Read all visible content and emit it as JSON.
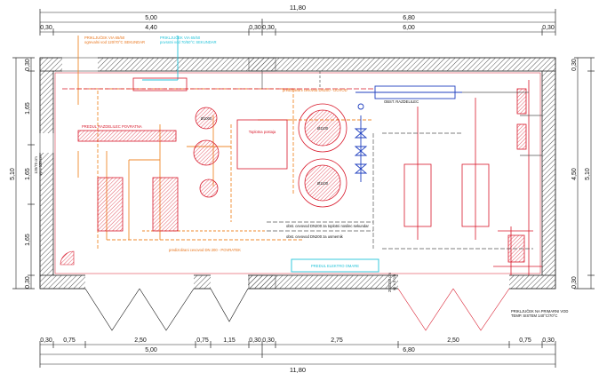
{
  "dimensions": {
    "top_total": "11,80",
    "top_left": "5,00",
    "top_right": "6,80",
    "top_row": [
      "0,30",
      "4,40",
      "0,30",
      "0,30",
      "6,00",
      "0,30"
    ],
    "bottom_row": [
      "0,30",
      "0,75",
      "2,50",
      "0,75",
      "1,15",
      "0,30",
      "0,30",
      "2,75",
      "2,50",
      "0,75",
      "0,30"
    ],
    "bottom_mid_left": "5,00",
    "bottom_mid_right": "6,80",
    "bottom_total": "11,80",
    "left_outer": "5,10",
    "left_segments": [
      "0,30",
      "1,65",
      "1,65",
      "1,65",
      "0,30"
    ],
    "right_outer": "5,10",
    "right_segments": [
      "0,30",
      "4,50",
      "0,30"
    ]
  },
  "labels": {
    "wall_opening": [
      "120/70 cm",
      "vp = 130 cm"
    ],
    "door_right_opening": [
      "250/250 cm",
      "vp = 0 cm"
    ],
    "inlet_cold": [
      "PRIKLJUČEK VIA 65/50",
      "ogrevalni vod 120/70°C SEKUNDAR"
    ],
    "inlet_return": [
      "PRIKLJUČEK VIA 65/50",
      "povratni vod 70/50°C SEKUNDAR"
    ],
    "reduction": "PREDUL RAZDELILEC POVRATNA",
    "vessel_1": "Ø1000",
    "vessel_2": "Ø1100",
    "vessel_3": "Ø1100",
    "collector_top": "OBST. RAZDELILEC",
    "electro": "PREDUL ELEKTRO OMARE",
    "right_bottom": [
      "PRIKLJUČEK NA PRIMARNI VOD",
      "TEMP. SISTEM 140°C/70°C"
    ],
    "supply_note": "predizolirani cevovod DN200 - DOVOD",
    "return_note": "predizolirani cevovod DN 200 - POVRATEK",
    "pipe_note_1": "obst. cevovod DN200 za toplotni nosilec sekundar",
    "pipe_note_2": "obst. cevovod DN200 za usmernik",
    "plant_note": "Toplotna postaja"
  }
}
